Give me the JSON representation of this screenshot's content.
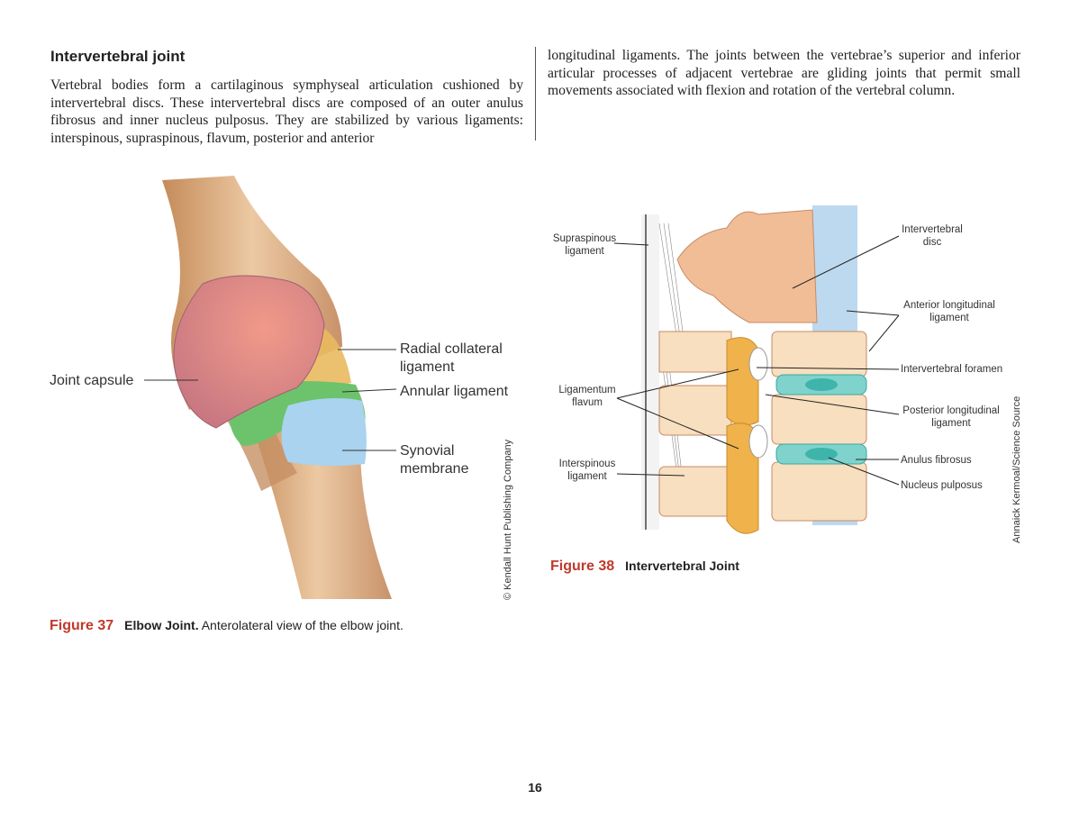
{
  "section": {
    "heading": "Intervertebral joint",
    "paragraph_left": "Vertebral bodies form a cartilaginous symphyseal articulation cushioned by intervertebral discs. These intervertebral discs are composed of an outer anulus fibrosus and inner nucleus pulposus. They are stabilized by various ligaments: interspinous, supraspinous, flavum, posterior and anterior",
    "paragraph_right": "longitudinal ligaments. The joints between the vertebrae’s superior and inferior articular processes of adjacent vertebrae are gliding joints that permit small movements associated with flexion and rotation of the vertebral column."
  },
  "figure37": {
    "labels": {
      "joint_capsule": "Joint capsule",
      "radial_collateral_1": "Radial collateral",
      "radial_collateral_2": "ligament",
      "annular": "Annular ligament",
      "synovial_1": "Synovial",
      "synovial_2": "membrane"
    },
    "credit": "© Kendall Hunt Publishing Company",
    "caption_number": "Figure 37",
    "caption_title": "Elbow Joint.",
    "caption_text": "Anterolateral view of the elbow joint."
  },
  "figure38": {
    "labels": {
      "supraspinous_1": "Supraspinous",
      "supraspinous_2": "ligament",
      "ivdisc_1": "Intervertebral",
      "ivdisc_2": "disc",
      "anterior_1": "Anterior longitudinal",
      "anterior_2": "ligament",
      "foramen": "Intervertebral foramen",
      "flavum_1": "Ligamentum",
      "flavum_2": "flavum",
      "posterior_1": "Posterior longitudinal",
      "posterior_2": "ligament",
      "interspinous_1": "Interspinous",
      "interspinous_2": "ligament",
      "anulus": "Anulus fibrosus",
      "nucleus": "Nucleus pulposus"
    },
    "credit": "Annaick Kermoal/Science Source",
    "caption_number": "Figure 38",
    "caption_title": "Intervertebral Joint"
  },
  "page_number": "16",
  "colors": {
    "caption_accent": "#c0392b",
    "bone": "#d9a77a",
    "capsule": "#d98a8f",
    "annular": "#6cc36c",
    "synovial": "#a9d3ef",
    "ligament_yellow": "#f0b24a",
    "disc_teal": "#5fc9c0"
  }
}
